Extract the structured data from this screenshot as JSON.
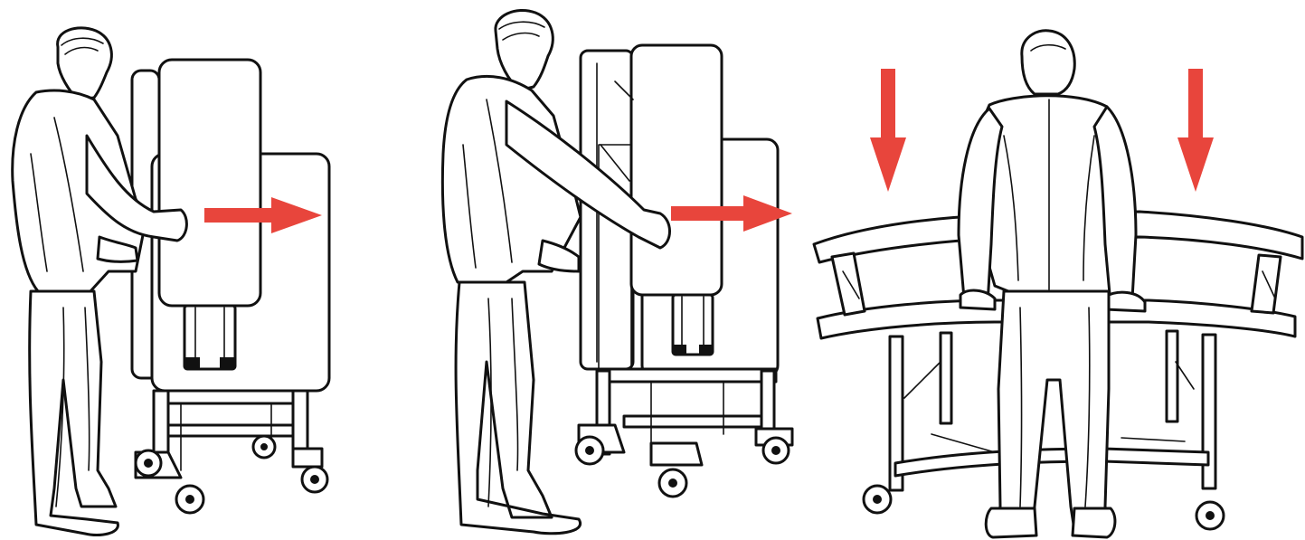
{
  "figure": {
    "steps": [
      {
        "id": "step-1",
        "action": "pull",
        "arrow_direction": "right"
      },
      {
        "id": "step-2",
        "action": "pull",
        "arrow_direction": "right"
      },
      {
        "id": "step-3",
        "action": "push-down",
        "arrow_direction": "down"
      }
    ],
    "colors": {
      "arrow": "#e8453c",
      "line": "#111111",
      "background": "#ffffff"
    }
  }
}
